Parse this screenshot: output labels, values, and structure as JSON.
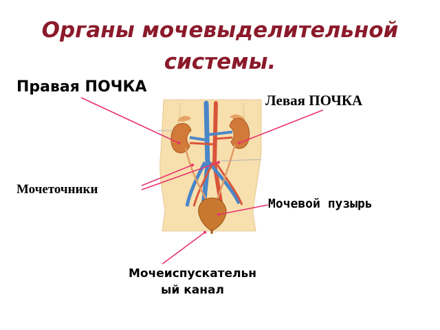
{
  "title": {
    "line1": "Органы мочевыделительной",
    "line2": "системы."
  },
  "labels": {
    "right_kidney": "Правая ПОЧКА",
    "left_kidney": "Левая ПОЧКА",
    "ureters": "Мочеточники",
    "bladder": "Мочевой пузырь",
    "urethra_line1": "Мочеиспускательн",
    "urethra_line2": "ый канал"
  },
  "colors": {
    "title": "#8b1a2b",
    "pointer": "#e8336d",
    "body_skin": "#f7dfae",
    "kidney": "#d27a3a",
    "vein": "#4a86c8",
    "artery": "#d9553a",
    "bladder": "#c9782f"
  }
}
